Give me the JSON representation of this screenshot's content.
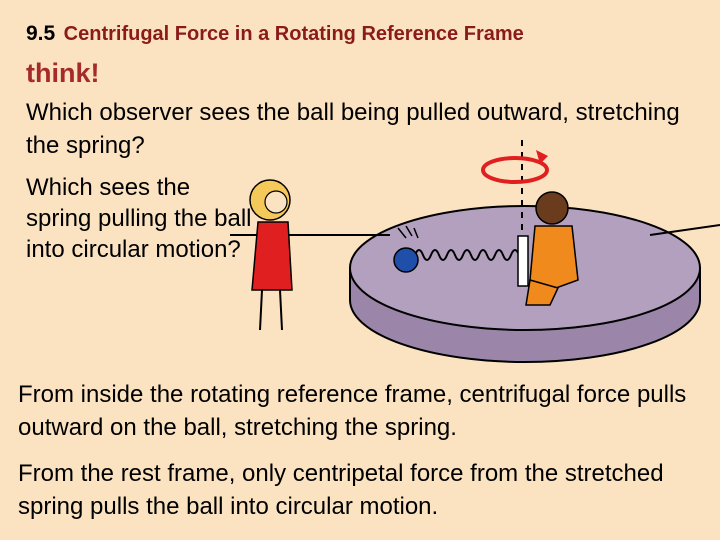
{
  "header": {
    "section_number": "9.5",
    "section_title": "Centrifugal Force in a Rotating Reference Frame"
  },
  "think_label": "think!",
  "questions": [
    "Which observer sees the ball being pulled outward, stretching the spring?",
    "Which sees the spring pulling the ball into circular motion?"
  ],
  "answers": [
    "From inside the rotating reference frame, centrifugal force pulls outward on the ball, stretching the spring.",
    "From the rest frame, only centripetal force from the stretched spring pulls the ball into circular motion."
  ],
  "illustration": {
    "platform_color": "#b3a0bf",
    "platform_edge_color": "#9b86aa",
    "ball_color": "#1f4fa8",
    "girl_dress_color": "#e02020",
    "girl_hair_color": "#f5c85a",
    "boy_clothes_color": "#f08a1c",
    "arrow_color": "#e02020"
  }
}
